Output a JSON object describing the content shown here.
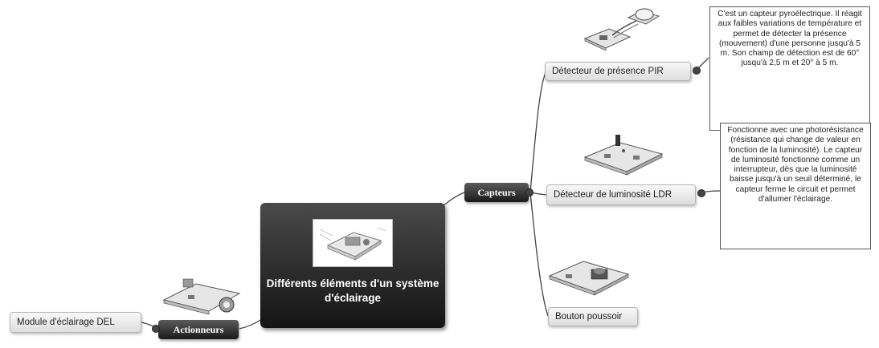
{
  "central": {
    "title": "Différents éléments d'un système d'éclairage",
    "image_icon": "circuit-board-photo"
  },
  "branches": {
    "capteurs": {
      "label": "Capteurs"
    },
    "actionneurs": {
      "label": "Actionneurs"
    }
  },
  "sensors": [
    {
      "label": "Détecteur de présence PIR",
      "note": "C'est un capteur pyroélectrique. Il réagit aux faibles variations de température et permet de détecter la présence (mouvement) d'une personne jusqu'à 5 m. Son champ de détection est de 60° jusqu'à 2,5 m et 20° à 5 m."
    },
    {
      "label": "Détecteur de luminosité LDR",
      "note": "Fonctionne avec une photorésistance (résistance qui change de valeur en fonction de la luminosité). Le capteur de luminosité fonctionne comme un interrupteur, dès que la luminosité baisse jusqu'à un seuil déterminé, le capteur ferme le circuit et permet d'allumer l'éclairage."
    },
    {
      "label": "Bouton poussoir"
    }
  ],
  "actuators": [
    {
      "label": "Module d'éclairage DEL"
    }
  ],
  "colors": {
    "dark_node": "#1a1a1a",
    "light_node": "#e8e8e8",
    "link": "#444444",
    "note_border": "#555555"
  }
}
